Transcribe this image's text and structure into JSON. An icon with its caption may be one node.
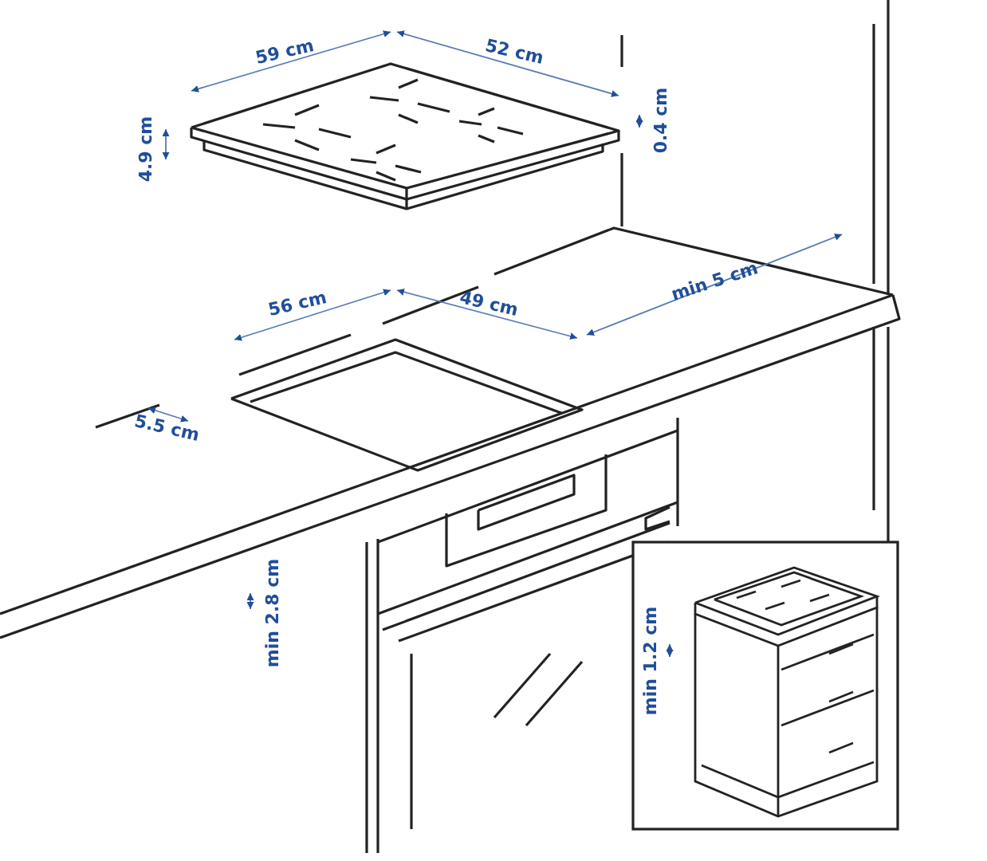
{
  "diagram": {
    "labels": [
      "59 cm",
      "52 cm",
      "4.9 cm",
      "0.4 cm",
      "min 5 cm",
      "56 cm",
      "49 cm",
      "5.5 cm",
      "min 2.8 cm",
      "min 1.2 cm"
    ]
  }
}
